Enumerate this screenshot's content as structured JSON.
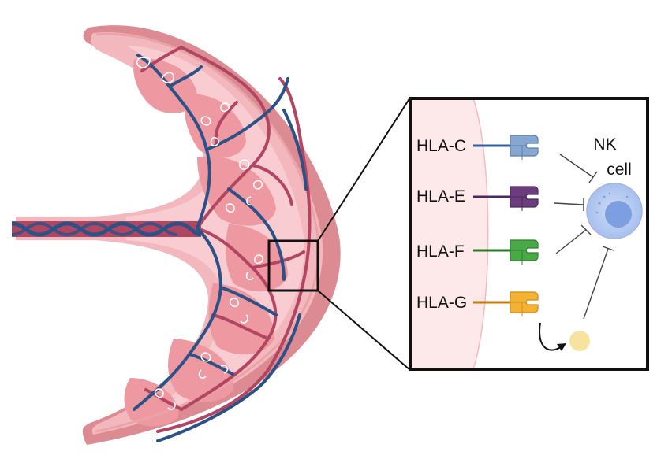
{
  "labels": {
    "hla_c": "HLA-C",
    "hla_e": "HLA-E",
    "hla_f": "HLA-F",
    "hla_g": "HLA-G",
    "nk_line1": "NK",
    "nk_line2": "cell"
  },
  "colors": {
    "placenta_outer": "#e8a1a6",
    "placenta_rim": "#d97f86",
    "placenta_inner": "#f7c8cc",
    "cotyledon": "#f0939d",
    "artery": "#b24561",
    "vein": "#2b5286",
    "hla_c": "#7a9fca",
    "hla_e": "#6a3a78",
    "hla_f": "#46a544",
    "hla_g": "#f2b032",
    "nk_cell": "#b8cdf1",
    "nk_nucleus": "#7d9ee0",
    "soluble_hla_g": "#f7e3a0"
  },
  "icons": [
    "placenta-illustration",
    "umbilical-cord",
    "hla-c-receptor-icon",
    "hla-e-receptor-icon",
    "hla-f-receptor-icon",
    "hla-g-receptor-icon",
    "nk-cell-icon",
    "soluble-hla-g-icon",
    "inhibition-arrow-icon",
    "secretion-arrow-icon"
  ]
}
